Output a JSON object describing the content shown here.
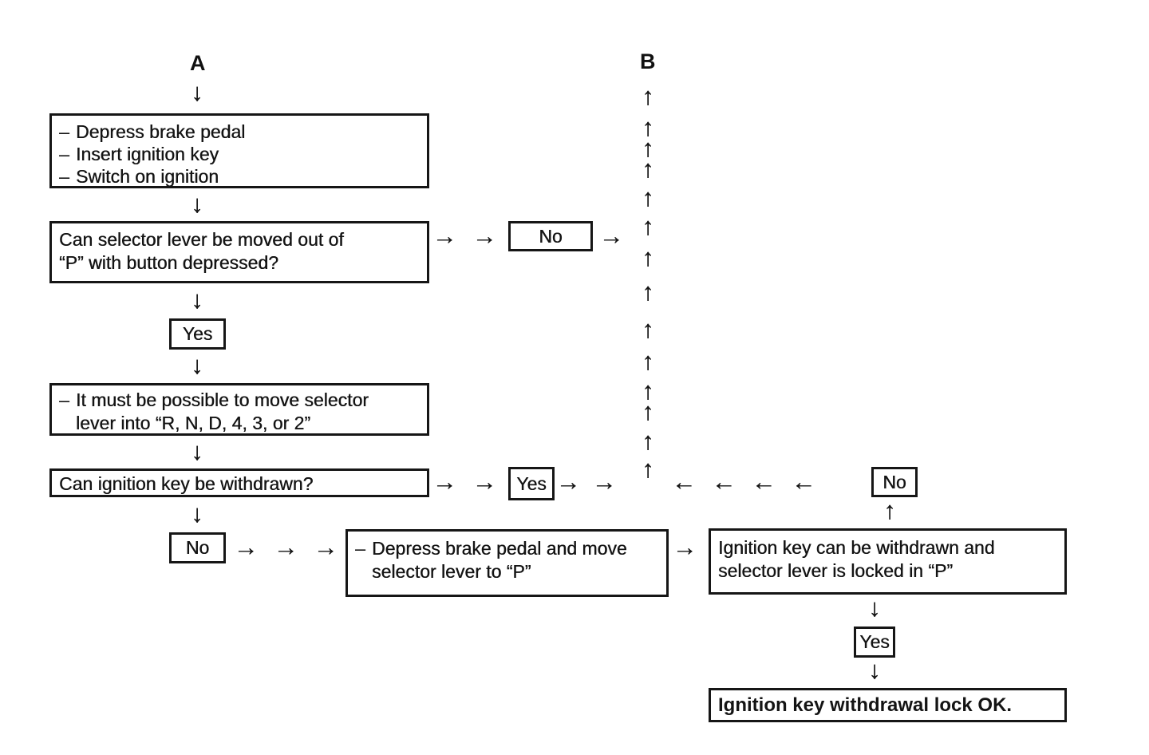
{
  "colors": {
    "background": "#ffffff",
    "ink": "#141414"
  },
  "icons": {
    "arrow_up_icon": "↑",
    "arrow_down_icon": "↓",
    "arrow_left_icon": "←",
    "arrow_right_icon": "→"
  },
  "bullet": "–",
  "section_labels": {
    "a": "A",
    "b": "B"
  },
  "decision_labels": {
    "yes": "Yes",
    "no": "No"
  },
  "boxes": {
    "prepare": {
      "lines": [
        "Depress brake pedal",
        "Insert ignition key",
        "Switch on ignition"
      ]
    },
    "q_selector_out_of_p": {
      "lines": [
        "Can selector lever be moved out of",
        "“P” with button depressed?"
      ]
    },
    "must_move_selector": {
      "lines": [
        "It must be possible to move selector",
        "lever into “R, N, D, 4, 3, or 2”"
      ]
    },
    "q_key_withdrawn": {
      "lines": [
        "Can ignition key be withdrawn?"
      ]
    },
    "depress_and_move_to_p": {
      "lines": [
        "Depress brake pedal and move",
        "selector lever to “P”"
      ]
    },
    "key_withdrawn_locked": {
      "lines": [
        "Ignition key can be withdrawn and",
        "selector lever is locked in “P”"
      ]
    },
    "result_ok": {
      "lines": [
        "Ignition key withdrawal lock OK."
      ]
    }
  }
}
